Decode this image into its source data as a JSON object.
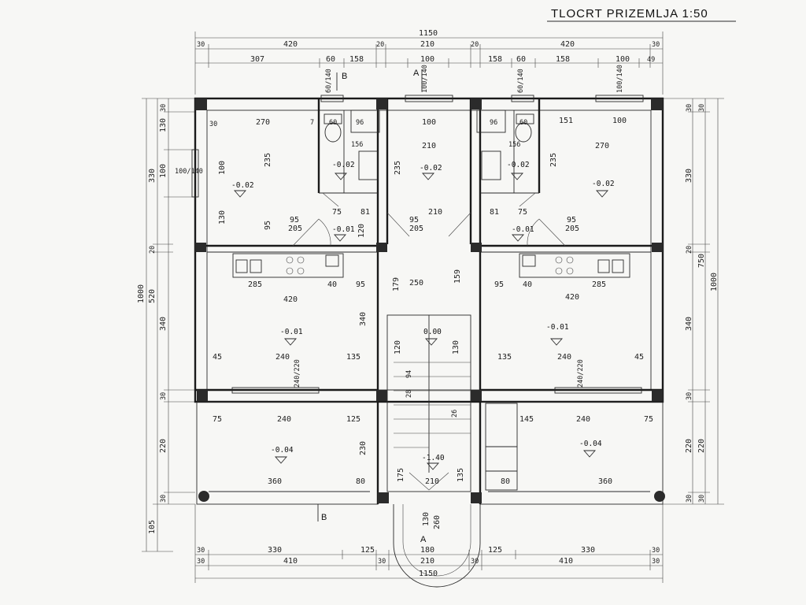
{
  "title": "TLOCRT PRIZEMLJA 1:50",
  "sections": {
    "a_top": "A",
    "a_bottom": "A",
    "b_top": "B",
    "b_bottom": "B"
  },
  "top_dims": {
    "overall": "1150",
    "row2": [
      "30",
      "420",
      "20",
      "210",
      "20",
      "420",
      "30"
    ],
    "row3": [
      "307",
      "60",
      "158",
      "100",
      "158",
      "60",
      "158",
      "100",
      "49"
    ],
    "windows": [
      "60/140",
      "100/140",
      "60/140",
      "100/140"
    ]
  },
  "bottom_dims": {
    "row1": [
      "30",
      "330",
      "125",
      "180",
      "125",
      "330",
      "30"
    ],
    "row2": [
      "30",
      "410",
      "30",
      "210",
      "30",
      "410",
      "30"
    ],
    "overall": "1150"
  },
  "left_dims": {
    "outer": "1000",
    "mid": [
      "330",
      "20",
      "520",
      "105"
    ],
    "inner": [
      "30",
      "130",
      "100",
      "340",
      "30",
      "220",
      "30"
    ],
    "window": "100/140"
  },
  "right_dims": {
    "outer": "1000",
    "mid": [
      "30",
      "750",
      "220",
      "30"
    ],
    "inner": [
      "30",
      "330",
      "20",
      "340",
      "30",
      "220",
      "30"
    ]
  },
  "rooms": {
    "tl_room": {
      "level": "-0.02",
      "dims": [
        "270",
        "235",
        "100",
        "130",
        "95",
        "30"
      ]
    },
    "tr_room": {
      "level": "-0.02",
      "dims": [
        "270",
        "235",
        "151",
        "100"
      ]
    },
    "bath_left": {
      "level": "-0.02",
      "dims": [
        "60",
        "96",
        "156",
        "7"
      ]
    },
    "bath_right": {
      "level": "-0.02",
      "dims": [
        "96",
        "60",
        "156"
      ]
    },
    "hall_center": {
      "level": "-0.02",
      "dims": [
        "100",
        "210",
        "235",
        "210",
        "95",
        "205"
      ]
    },
    "hall_left": {
      "level": "-0.01",
      "dims": [
        "75",
        "81",
        "120",
        "95",
        "205"
      ]
    },
    "hall_right": {
      "level": "-0.01",
      "dims": [
        "81",
        "75",
        "95",
        "205"
      ]
    },
    "kitchen_left": {
      "dims": [
        "285",
        "40",
        "95"
      ]
    },
    "kitchen_right": {
      "dims": [
        "95",
        "40",
        "285"
      ]
    },
    "living_left": {
      "level": "-0.01",
      "dims": [
        "420",
        "45",
        "240",
        "135",
        "340"
      ]
    },
    "living_right": {
      "level": "-0.01",
      "dims": [
        "420",
        "135",
        "240",
        "45"
      ]
    },
    "stair": {
      "level": "0.00",
      "dims": [
        "250",
        "179",
        "159",
        "120",
        "130",
        "94",
        "28",
        "26"
      ]
    },
    "terrace_left": {
      "level": "-0.04",
      "dims": [
        "75",
        "240",
        "125",
        "360",
        "80",
        "230",
        "240/220"
      ]
    },
    "terrace_right": {
      "level": "-0.04",
      "dims": [
        "145",
        "240",
        "75",
        "360",
        "80",
        "240/220"
      ]
    },
    "entrance": {
      "level": "-1.40",
      "dims": [
        "210",
        "175",
        "135",
        "130",
        "260"
      ]
    }
  }
}
